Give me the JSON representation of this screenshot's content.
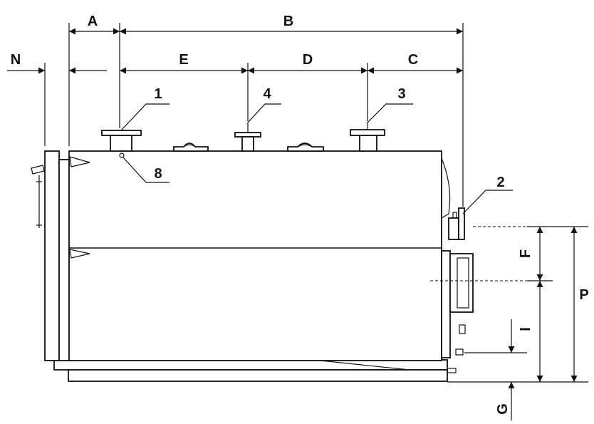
{
  "dimension_labels": {
    "A": "A",
    "B": "B",
    "C": "C",
    "D": "D",
    "E": "E",
    "F": "F",
    "G": "G",
    "I": "I",
    "N": "N",
    "P": "P"
  },
  "connection_labels": {
    "c1": "1",
    "c2": "2",
    "c3": "3",
    "c4": "4",
    "c8": "8"
  }
}
